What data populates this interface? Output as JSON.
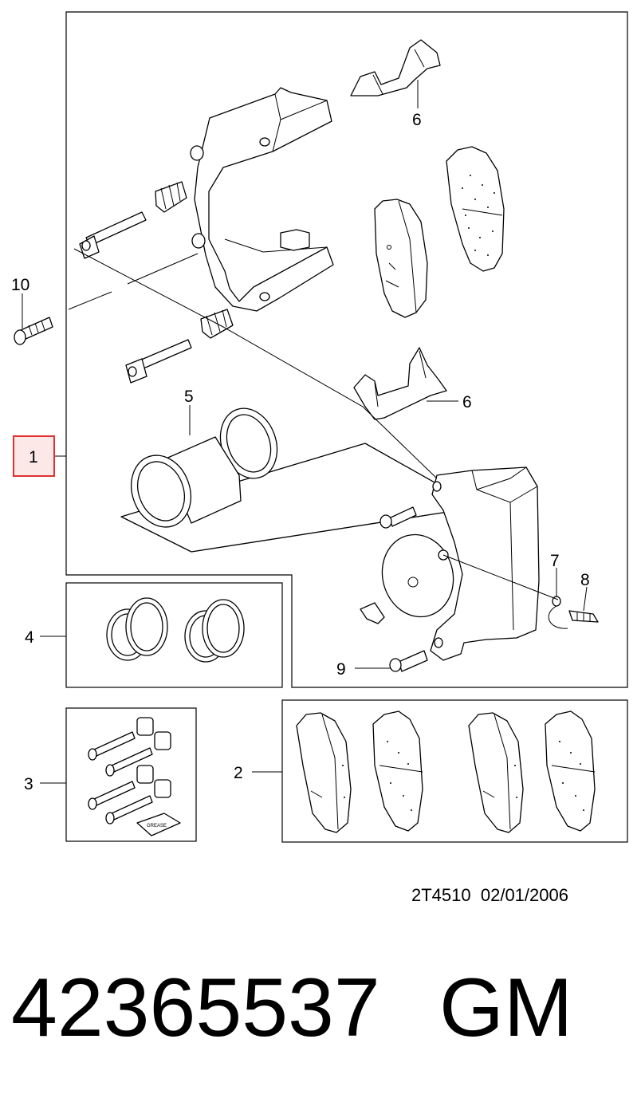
{
  "callouts": {
    "c1": "1",
    "c2": "2",
    "c3": "3",
    "c4": "4",
    "c5": "5",
    "c6a": "6",
    "c6b": "6",
    "c7": "7",
    "c8": "8",
    "c9": "9",
    "c10": "10"
  },
  "grease_label": "GREASE",
  "footer": {
    "drawing_code": "2T4510",
    "date": "02/01/2006"
  },
  "part_number": "42365537",
  "brand": "GM",
  "colors": {
    "highlight_fill": "#fde8e8",
    "highlight_stroke": "#e03030",
    "line": "#000000"
  }
}
